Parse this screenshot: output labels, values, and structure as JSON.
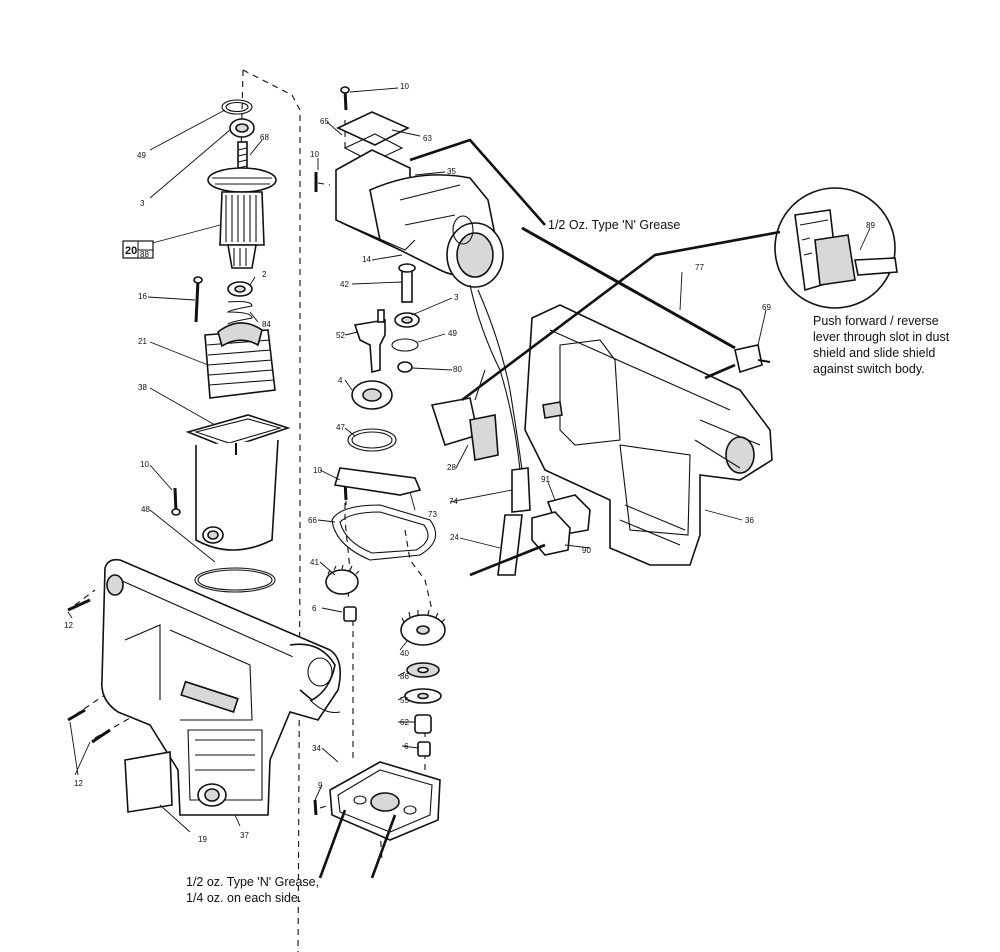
{
  "notes": {
    "grease_top": "1/2 Oz. Type 'N' Grease",
    "grease_bottom_line1": "1/2 oz. Type 'N' Grease,",
    "grease_bottom_line2": "1/4 oz. on each side.",
    "switch_line1": "Push forward / reverse",
    "switch_line2": "lever through slot in dust",
    "switch_line3": "shield and slide shield",
    "switch_line4": "against switch body."
  },
  "boxed_label": {
    "main": "20",
    "sub": "88"
  },
  "part_numbers": {
    "p49a": "49",
    "p3a": "3",
    "p68": "68",
    "p16": "16",
    "p2": "2",
    "p84": "84",
    "p21": "21",
    "p38": "38",
    "p10a": "10",
    "p48": "48",
    "p12a": "12",
    "p12b": "12",
    "p19": "19",
    "p37": "37",
    "p10b": "10",
    "p65": "65",
    "p63": "63",
    "p10c": "10",
    "p35": "35",
    "p14": "14",
    "p42": "42",
    "p3b": "3",
    "p52": "52",
    "p49b": "49",
    "p80": "80",
    "p4": "4",
    "p47": "47",
    "p10d": "10",
    "p73": "73",
    "p66a": "66",
    "p41": "41",
    "p6a": "6",
    "p40": "40",
    "p86": "86",
    "p55": "55",
    "p62": "62",
    "p6b": "6",
    "p34": "34",
    "p9": "9",
    "p77": "77",
    "p69": "69",
    "p89": "89",
    "p28": "28",
    "p91": "91",
    "p74": "74",
    "p24": "24",
    "p90": "90",
    "p36": "36"
  }
}
